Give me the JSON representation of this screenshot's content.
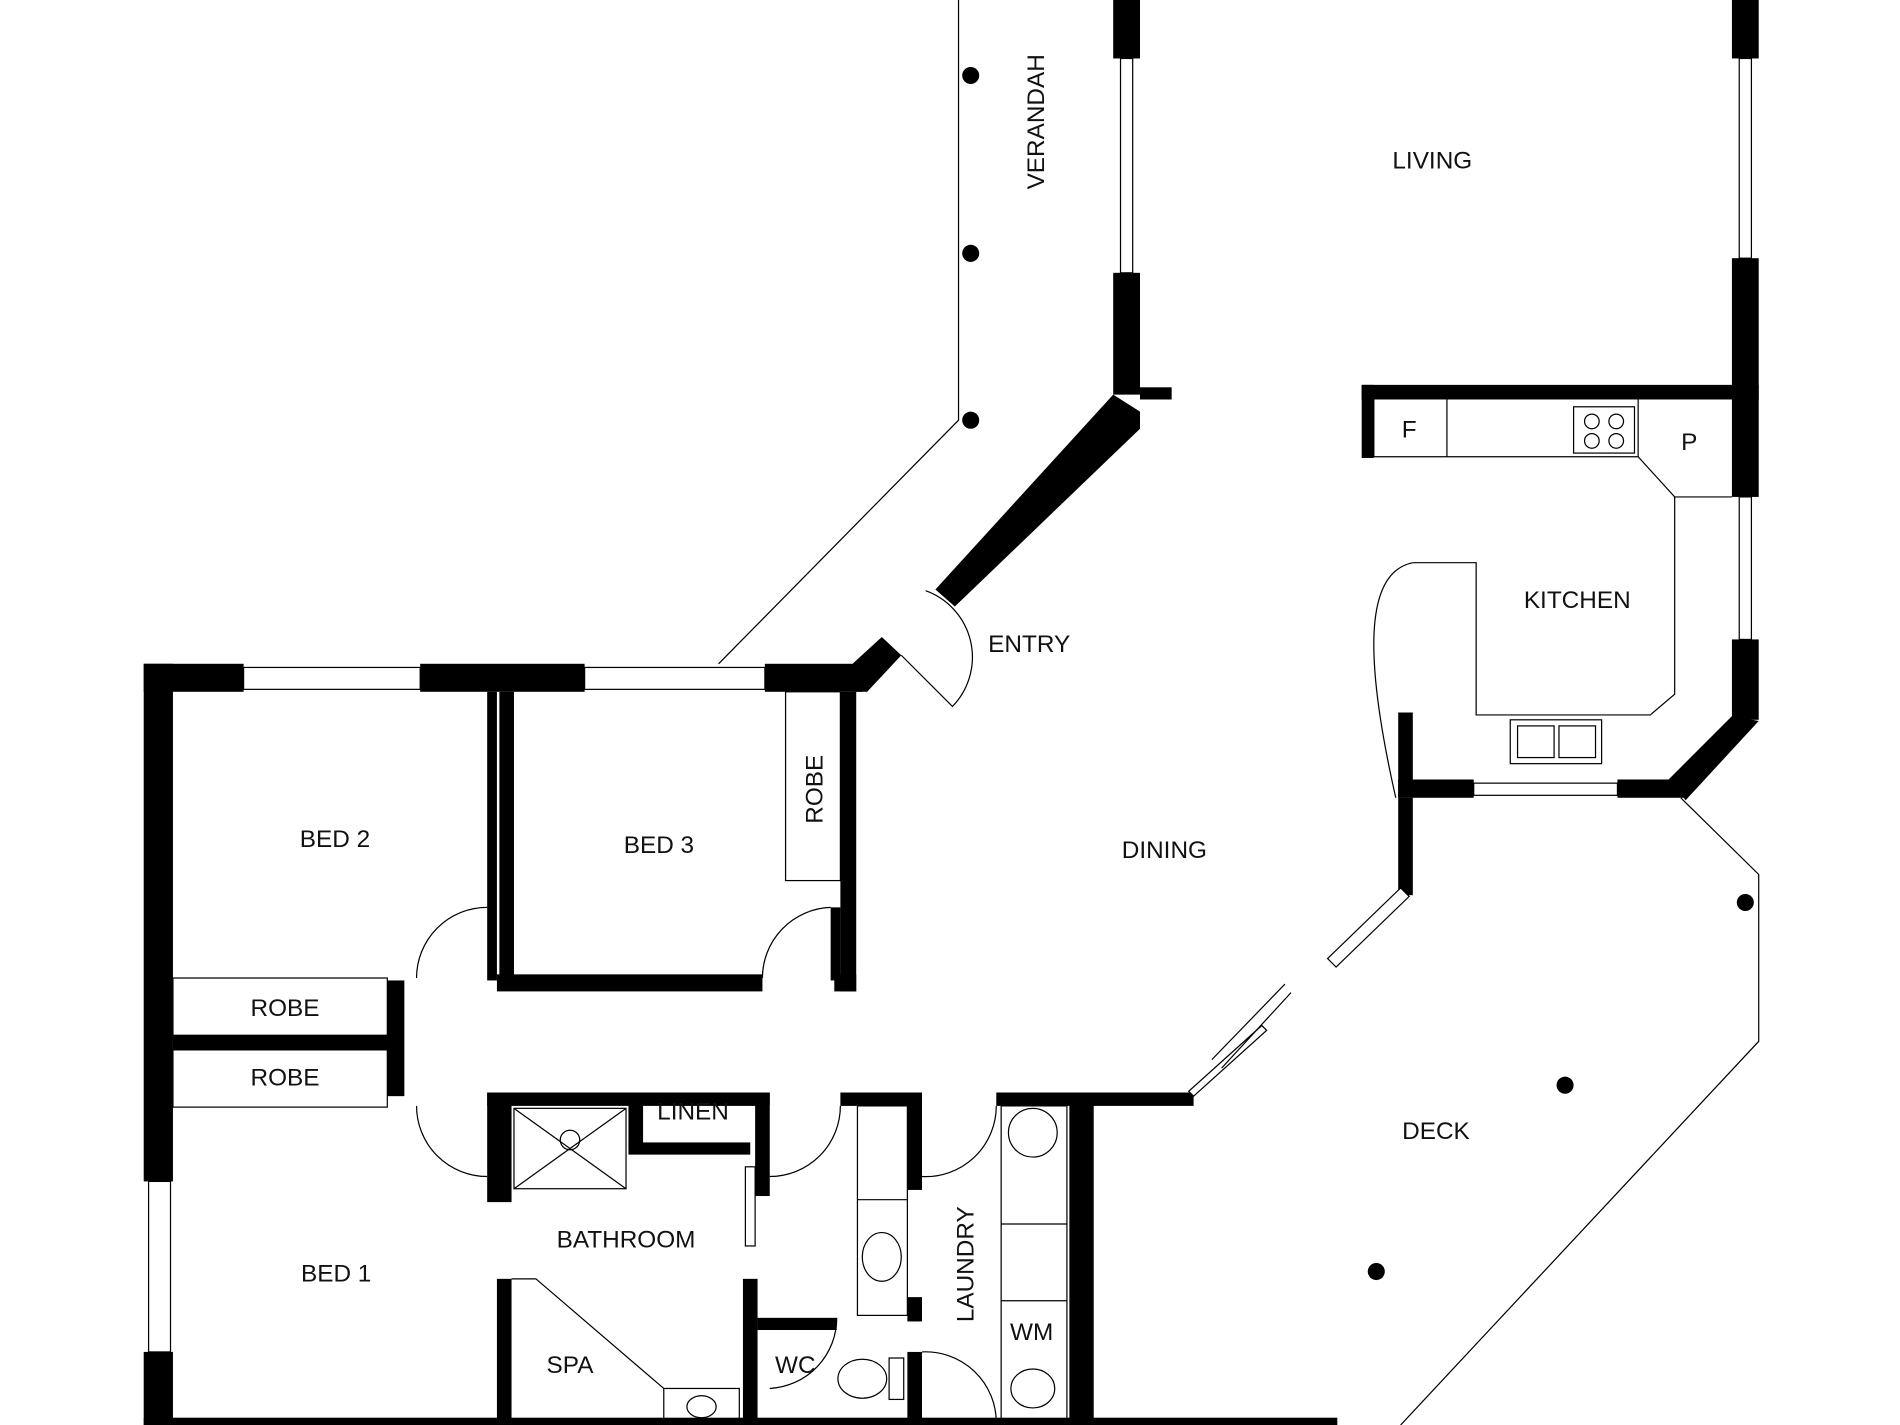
{
  "title": "Floor plan",
  "rooms": {
    "verandah": "VERANDAH",
    "living": "LIVING",
    "fridge": "F",
    "pantry": "P",
    "kitchen": "KITCHEN",
    "entry": "ENTRY",
    "dining": "DINING",
    "bed2": "BED 2",
    "bed3": "BED 3",
    "robe_bed3": "ROBE",
    "robe_bed2": "ROBE",
    "robe_bed1": "ROBE",
    "linen": "LINEN",
    "bathroom": "BATHROOM",
    "bed1": "BED 1",
    "spa": "SPA",
    "wc": "WC",
    "laundry": "LAUNDRY",
    "wm": "WM",
    "deck": "DECK"
  },
  "colors": {
    "wall": "#000000",
    "background": "#ffffff"
  }
}
